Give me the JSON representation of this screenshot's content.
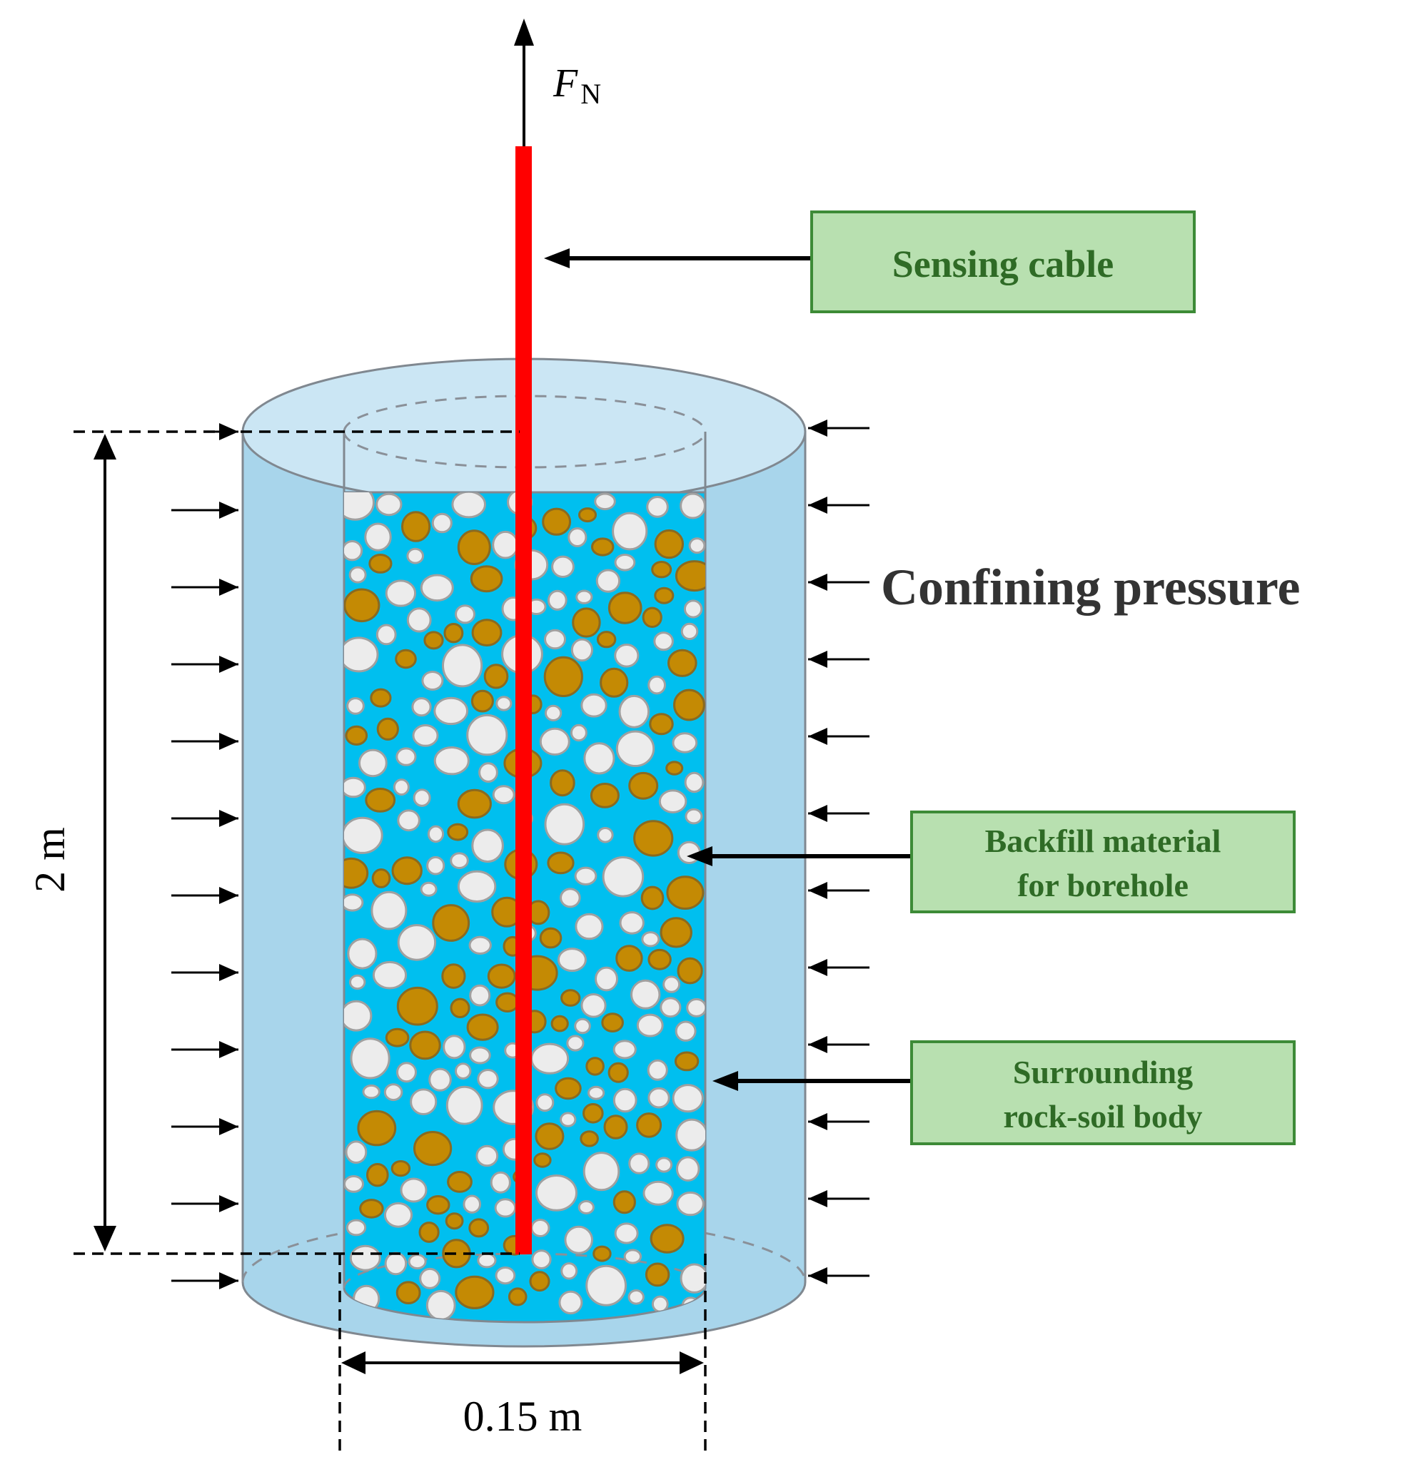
{
  "force_label": {
    "main": "F",
    "sub": "N"
  },
  "labels": {
    "sensing_cable": "Sensing cable",
    "confining_pressure": "Confining pressure",
    "backfill_line1": "Backfill material",
    "backfill_line2": "for borehole",
    "surrounding_line1": "Surrounding",
    "surrounding_line2": "rock-soil body"
  },
  "dimensions": {
    "height": "2 m",
    "diameter": "0.15 m"
  },
  "colors": {
    "cable": "#ff0000",
    "outer_body": "#a8d5eb",
    "outer_top": "#cbe6f4",
    "borehole_fill": "#00bfef",
    "grain_light": "#ececec",
    "grain_brown": "#c48a04",
    "label_box_fill": "#b8e0b0",
    "label_box_border": "#3d8b37",
    "label_text": "#2f6b26"
  }
}
